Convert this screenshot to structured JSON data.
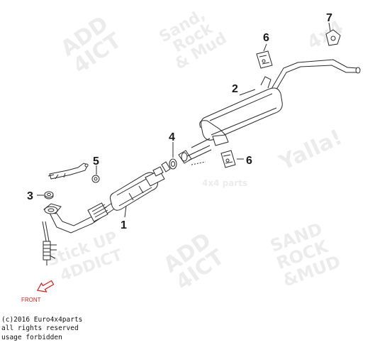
{
  "callouts": {
    "c1": "1",
    "c2": "2",
    "c3": "3",
    "c4": "4",
    "c5": "5",
    "c6a": "6",
    "c6b": "6",
    "c7": "7"
  },
  "front_label": "FRONT",
  "watermarks": {
    "w1a": "ADD",
    "w1b": "4ICT",
    "w2a": "Sand,",
    "w2b": "Rock",
    "w2c": "& Mud",
    "w3": "4x4",
    "w4": "4x4 parts",
    "w5": "Yalla!",
    "w6a": "ADD",
    "w6b": "4ICT",
    "w7a": "SAND",
    "w7b": "ROCK",
    "w7c": "&MUD",
    "w8a": "Stick UP",
    "w8b": "4DDICT"
  },
  "copyright": {
    "line1": "(c)2016 Euro4x4parts",
    "line2": "all rights reserved",
    "line3": "usage forbidden"
  },
  "colors": {
    "line": "#2a2a2a",
    "front_arrow": "#d22020",
    "watermark": "#ececec"
  }
}
